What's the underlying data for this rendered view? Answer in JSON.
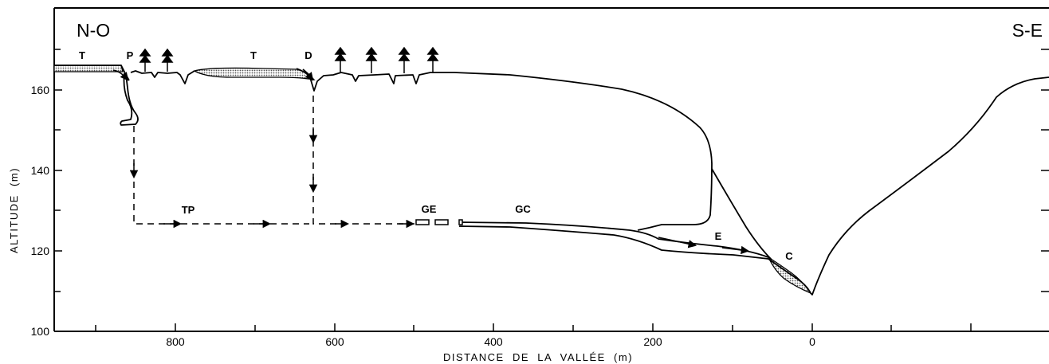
{
  "corners": {
    "left": "N-O",
    "right": "S-E"
  },
  "axes": {
    "x_label": "DISTANCE  DE  LA  VALLÉE  (m)",
    "y_label": "ALTITUDE  (m)",
    "x_ticks": [
      "800",
      "600",
      "400",
      "200",
      "0"
    ],
    "y_ticks": [
      "160",
      "140",
      "120",
      "100"
    ]
  },
  "labels": {
    "t1": "T",
    "p": "P",
    "t2": "T",
    "d": "D",
    "tp": "TP",
    "ge": "GE",
    "gc": "GC",
    "e": "E",
    "c": "C"
  },
  "colors": {
    "ink": "#000000",
    "hatch": "#888888"
  }
}
